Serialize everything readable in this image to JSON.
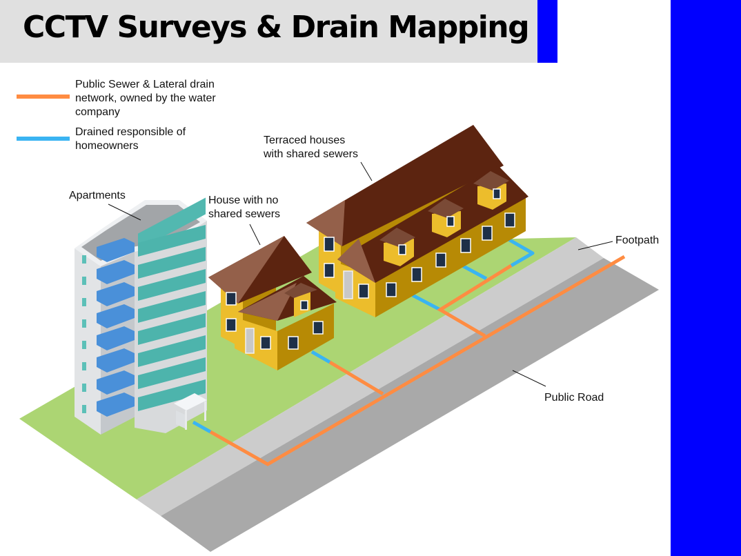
{
  "title": "CCTV Surveys & Drain Mapping",
  "colors": {
    "header_bg": "#e0e0e0",
    "accent_blue": "#0000ff",
    "public_sewer": "#ff8c42",
    "homeowner_drain": "#3ab4f2",
    "grass": "#acd573",
    "footpath": "#cccccc",
    "road": "#a9a9a9",
    "roof_dark": "#5c2410",
    "roof_light": "#94604a",
    "wall_light": "#ecbd2c",
    "wall_dark": "#b78a05"
  },
  "legend": [
    {
      "label": "Public Sewer & Lateral drain network, owned by the water company",
      "color": "#ff8c42"
    },
    {
      "label": "Drained responsible of homeowners",
      "color": "#3ab4f2"
    }
  ],
  "labels": {
    "apartments": "Apartments",
    "house_no_shared": "House with no\nshared sewers",
    "terraced": "Terraced houses\nwith shared sewers",
    "footpath": "Footpath",
    "public_road": "Public Road"
  }
}
